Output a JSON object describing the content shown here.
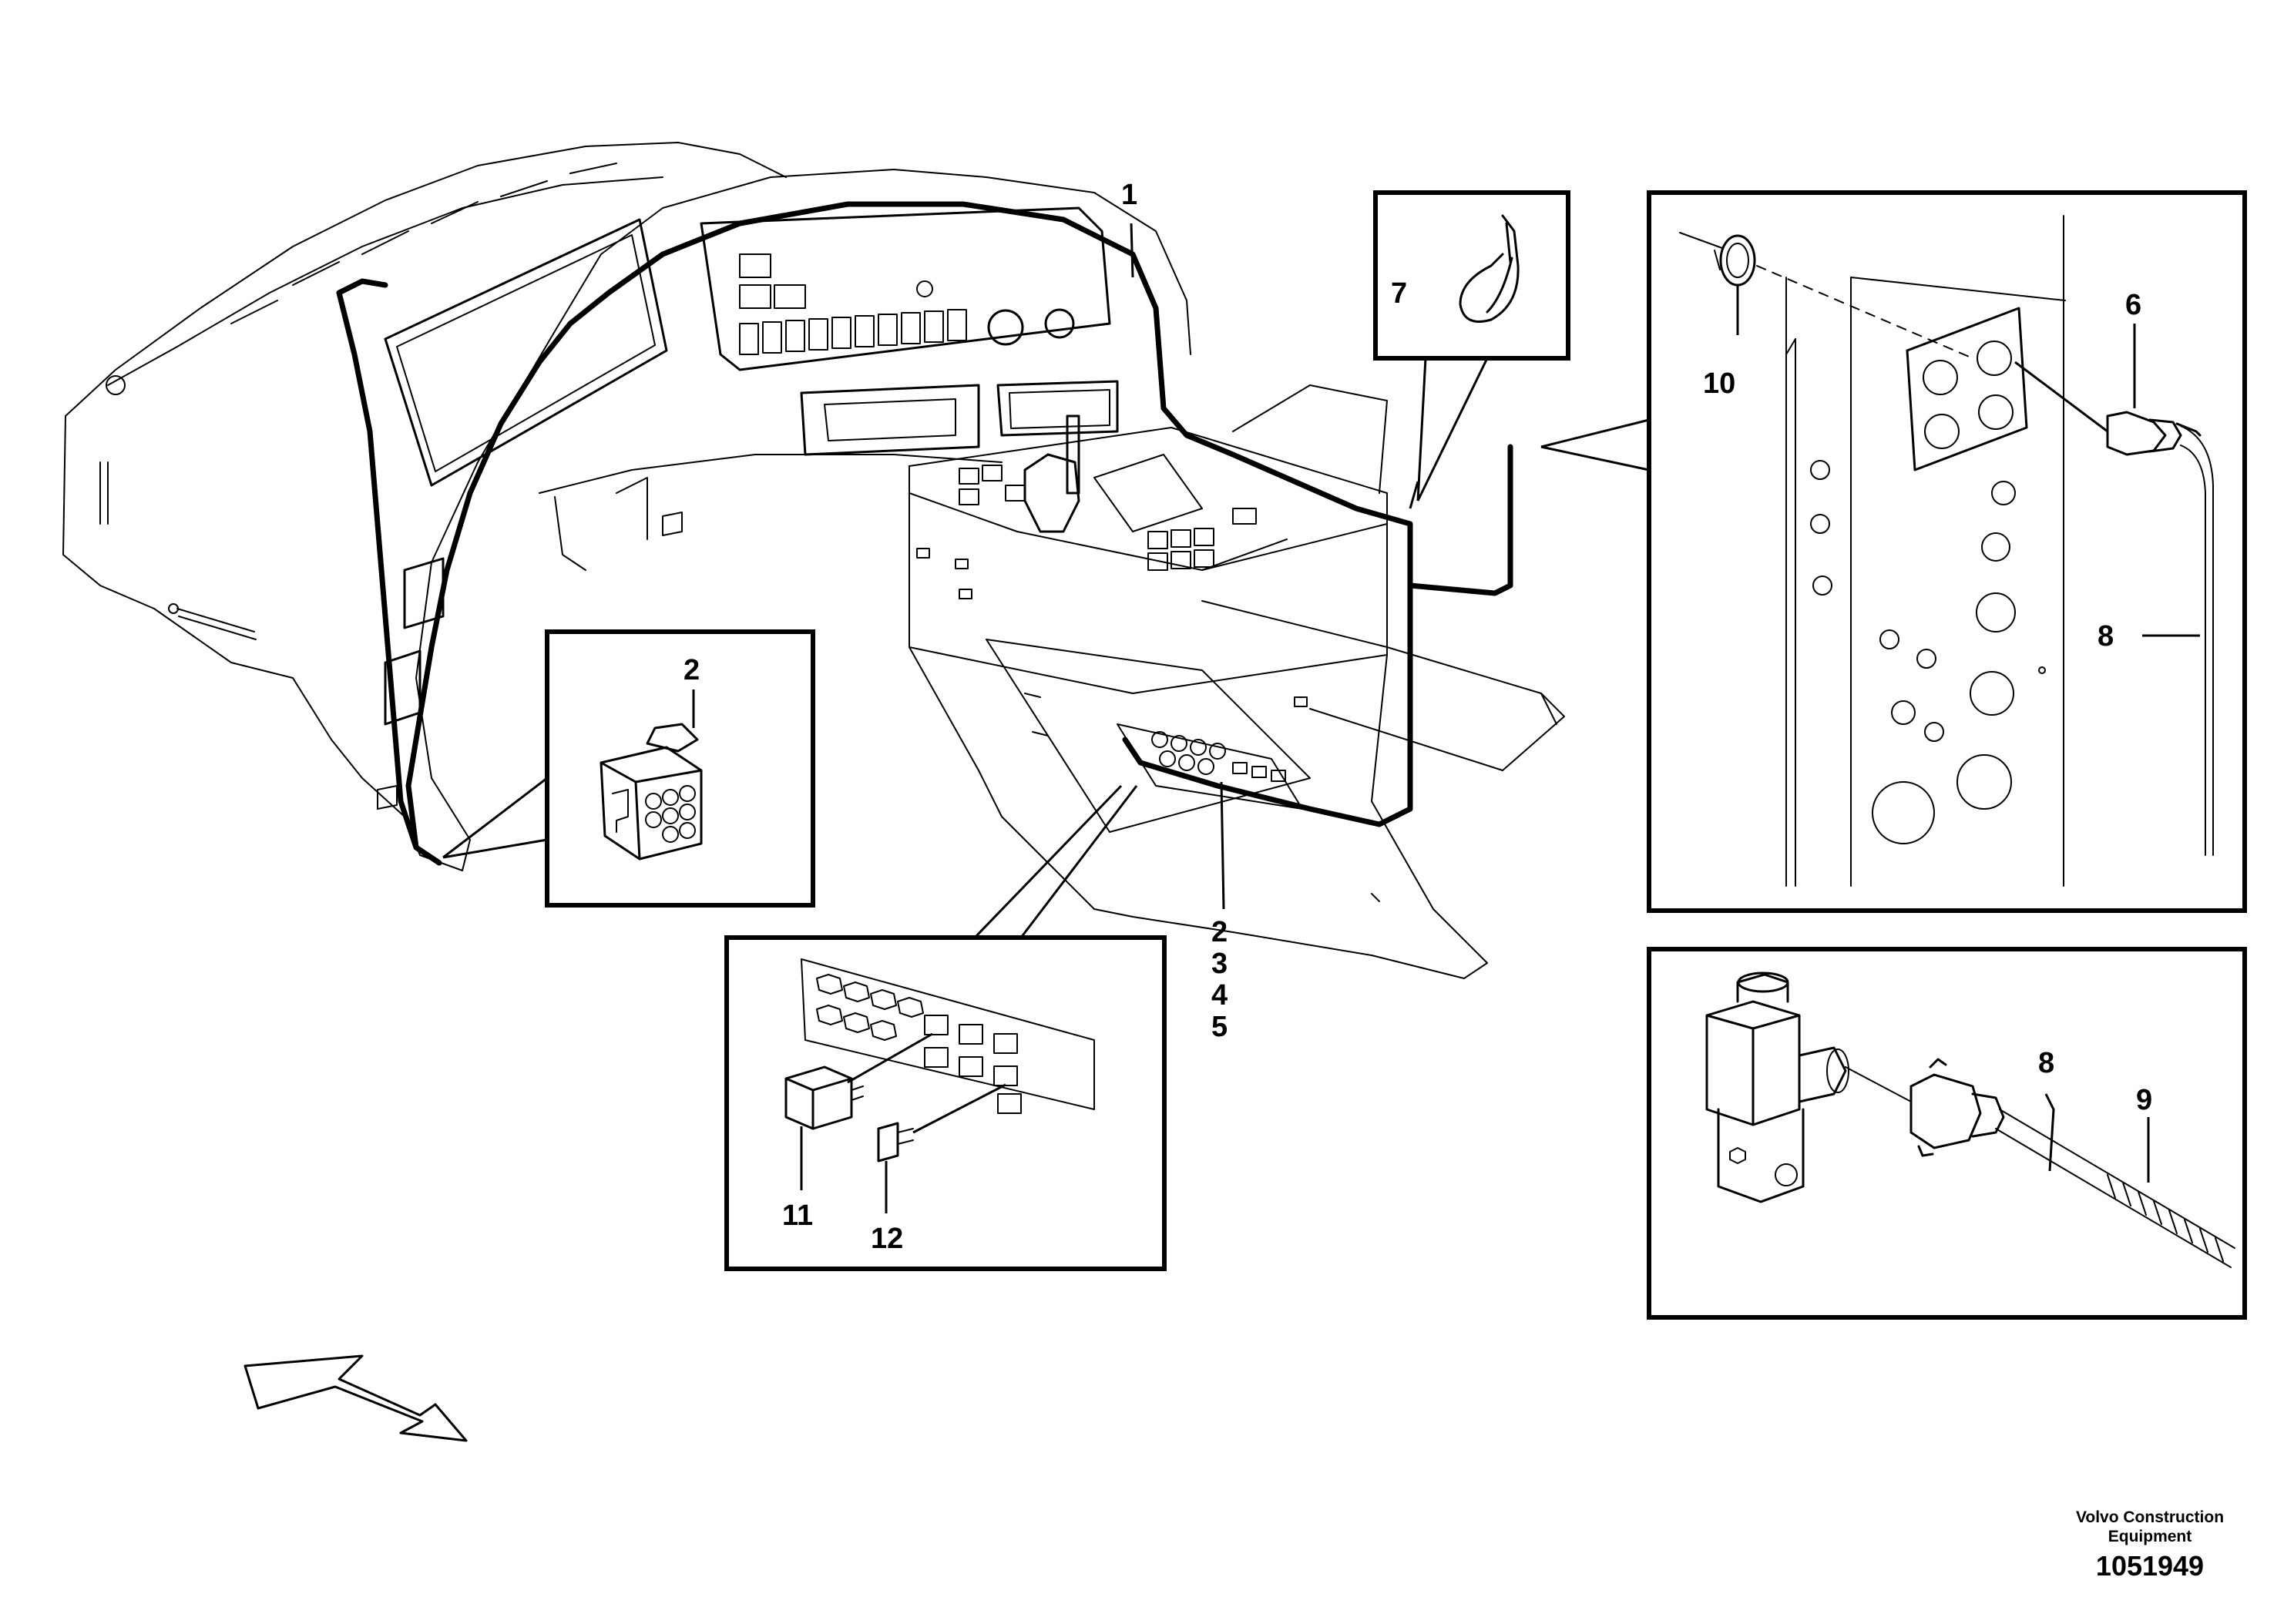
{
  "callouts": {
    "c1": "1",
    "c2_main": "2",
    "c3": "3",
    "c4": "4",
    "c5": "5",
    "c2_detail": "2",
    "c6": "6",
    "c7": "7",
    "c8_top": "8",
    "c8_bottom": "8",
    "c9": "9",
    "c10": "10",
    "c11": "11",
    "c12": "12"
  },
  "footer": {
    "company_line1": "Volvo Construction",
    "company_line2": "Equipment",
    "figure_number": "1051949"
  }
}
